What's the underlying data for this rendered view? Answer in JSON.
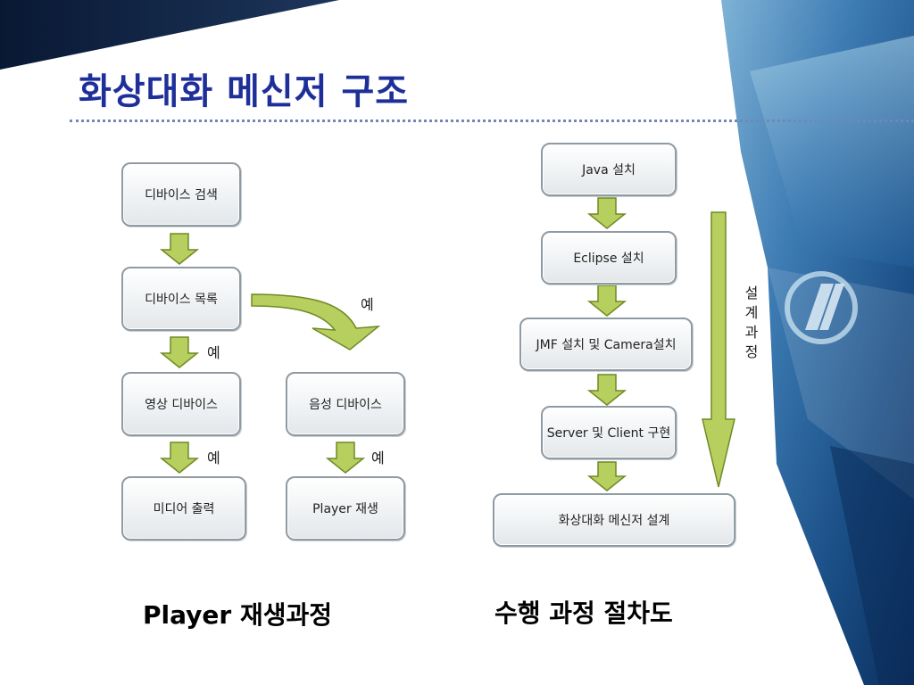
{
  "slide": {
    "title": "화상대화 메신저 구조",
    "accent_color": "#1f2f9a",
    "arrow_color": "#b7cf5e"
  },
  "left_flow": {
    "boxes": {
      "device_search": "디바이스 검색",
      "device_list": "디바이스 목록",
      "video_device": "영상 디바이스",
      "media_output": "미디어 출력",
      "audio_device": "음성 디바이스",
      "player_play": "Player 재생"
    },
    "yes_labels": [
      "예",
      "예",
      "예",
      "예"
    ],
    "caption": "Player 재생과정"
  },
  "right_flow": {
    "boxes": {
      "java_install": "Java 설치",
      "eclipse_install": "Eclipse 설치",
      "jmf_camera_install": "JMF 설치 및 Camera설치",
      "server_client_impl": "Server 및 Client 구현",
      "messenger_design": "화상대화 메신저 설계"
    },
    "design_process_label": "설계과정",
    "caption": "수행 과정 절차도"
  }
}
